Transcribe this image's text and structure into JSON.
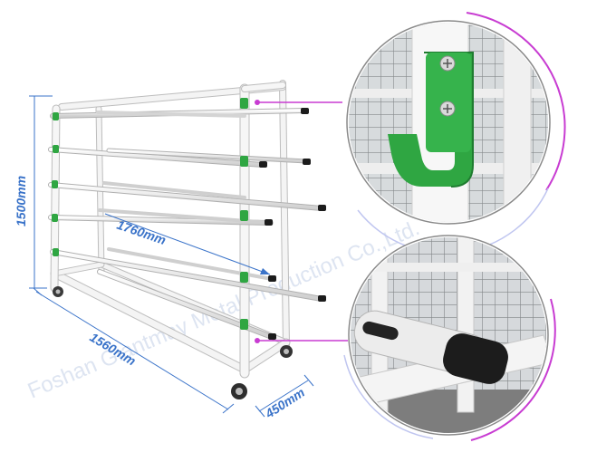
{
  "dimensions": {
    "height": "1500mm",
    "length": "1760mm",
    "width": "1560mm",
    "depth": "450mm"
  },
  "watermark": "Foshan Giantmay Metal Production Co.,Ltd.",
  "colors": {
    "frame": "#f4f4f4",
    "frame_edge": "#b9b9b9",
    "hook": "#2fa642",
    "dimension_text": "#3a73c9",
    "callout_line": "#c83cd2",
    "rod": "#e6e6e6",
    "rod_cap": "#1c1c1c"
  },
  "callouts": [
    {
      "name": "hook-detail",
      "content": "green hook bracket mounted on white frame with two screws"
    },
    {
      "name": "rod-end-detail",
      "content": "rod end cap and base frame close-up"
    }
  ]
}
